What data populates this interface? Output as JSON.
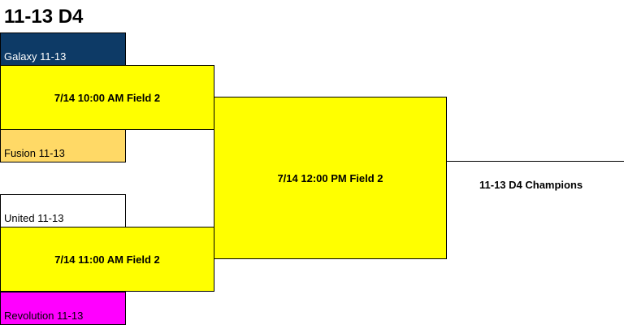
{
  "bracket": {
    "title": "11-13 D4",
    "teams": [
      {
        "name": "Galaxy 11-13",
        "color": "#0d3a66",
        "text_color": "#ffffff"
      },
      {
        "name": "Fusion 11-13",
        "color": "#ffd966",
        "text_color": "#000000"
      },
      {
        "name": "United 11-13",
        "color": "#ffffff",
        "text_color": "#000000"
      },
      {
        "name": "Revolution 11-13",
        "color": "#ff00ff",
        "text_color": "#000000"
      }
    ],
    "games": [
      {
        "label": "7/14 10:00 AM Field 2",
        "color": "#ffff00"
      },
      {
        "label": "7/14 11:00 AM Field 2",
        "color": "#ffff00"
      },
      {
        "label": "7/14 12:00 PM Field 2",
        "color": "#ffff00"
      }
    ],
    "champion_label": "11-13 D4 Champions"
  }
}
